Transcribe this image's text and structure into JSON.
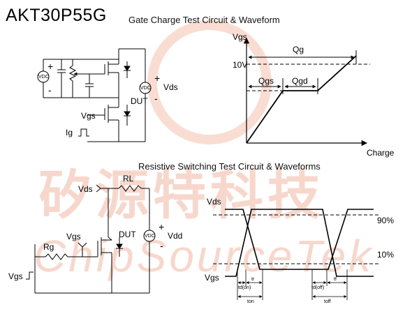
{
  "part_number": "AKT30P55G",
  "watermark": {
    "chinese": "矽源特科技",
    "english": "ChipSourceTek"
  },
  "gate_charge": {
    "title": "Gate Charge Test Circuit & Waveform",
    "circuit": {
      "vdc_left": "VDC",
      "vdc_right": "VDC",
      "plus": "+",
      "minus": "-",
      "vds": "Vds",
      "dut": "DUT",
      "vgs": "Vgs",
      "ig": "Ig"
    },
    "waveform": {
      "y_axis": "Vgs",
      "x_axis": "Charge",
      "level": "10V",
      "qg": "Qg",
      "qgs": "Qgs",
      "qgd": "Qgd"
    }
  },
  "switching": {
    "title": "Resistive Switching Test Circuit & Waveforms",
    "circuit": {
      "vds": "Vds",
      "rl": "RL",
      "dut": "DUT",
      "vgs": "Vgs",
      "rg": "Rg",
      "vdc": "VDC",
      "plus": "+",
      "minus": "-",
      "vdd": "Vdd",
      "vgs_in": "Vgs"
    },
    "waveform": {
      "vds": "Vds",
      "vgs": "Vgs",
      "p90": "90%",
      "p10": "10%",
      "td_on": "td(on)",
      "tr": "tr",
      "t_on": "ton",
      "td_off": "td(off)",
      "tf": "tf",
      "t_off": "toff"
    }
  }
}
